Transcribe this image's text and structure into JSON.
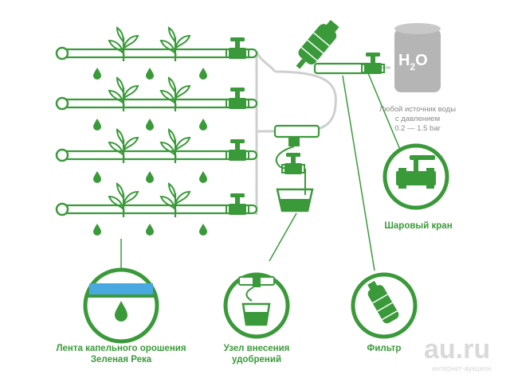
{
  "water_source": {
    "symbol_main": "H",
    "symbol_sub": "2",
    "symbol_end": "O",
    "description_lines": [
      "Любой источник воды",
      "с давлением",
      "0.2 — 1.5 bar"
    ]
  },
  "labels": {
    "ball_valve": "Шаровый кран",
    "drip_tape_line1": "Лента капельного орошения",
    "drip_tape_line2": "Зеленая Река",
    "fertilizer_line1": "Узел внесения",
    "fertilizer_line2": "удобрений",
    "filter": "Фильтр"
  },
  "watermark": {
    "logo": "au.ru",
    "tagline": "интернет-аукцион"
  },
  "colors": {
    "primary_green": "#3a9a3a",
    "light_green": "#58b858",
    "tape_blue": "#4aa8e0",
    "tank_gray": "#b5b5b5",
    "pipe_gray": "#cfcfcf"
  }
}
